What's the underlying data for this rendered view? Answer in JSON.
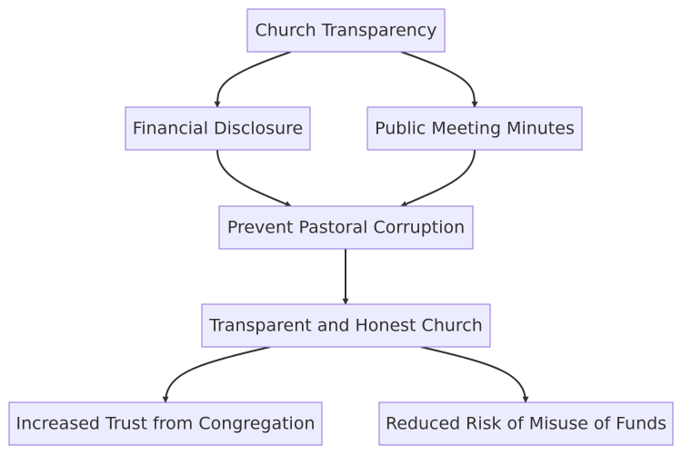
{
  "nodes": {
    "church_transparency": "Church Transparency",
    "financial_disclosure": "Financial Disclosure",
    "public_meeting_minutes": "Public Meeting Minutes",
    "prevent_pastoral_corruption": "Prevent Pastoral Corruption",
    "transparent_and_honest_church": "Transparent and Honest Church",
    "increased_trust": "Increased Trust from Congregation",
    "reduced_risk": "Reduced Risk of Misuse of Funds"
  },
  "edges": [
    {
      "from": "church_transparency",
      "to": "financial_disclosure"
    },
    {
      "from": "church_transparency",
      "to": "public_meeting_minutes"
    },
    {
      "from": "financial_disclosure",
      "to": "prevent_pastoral_corruption"
    },
    {
      "from": "public_meeting_minutes",
      "to": "prevent_pastoral_corruption"
    },
    {
      "from": "prevent_pastoral_corruption",
      "to": "transparent_and_honest_church"
    },
    {
      "from": "transparent_and_honest_church",
      "to": "increased_trust"
    },
    {
      "from": "transparent_and_honest_church",
      "to": "reduced_risk"
    }
  ],
  "colors": {
    "node_fill": "#ECECFF",
    "node_stroke": "#9370DB",
    "text": "#333333",
    "edge": "#333333"
  }
}
